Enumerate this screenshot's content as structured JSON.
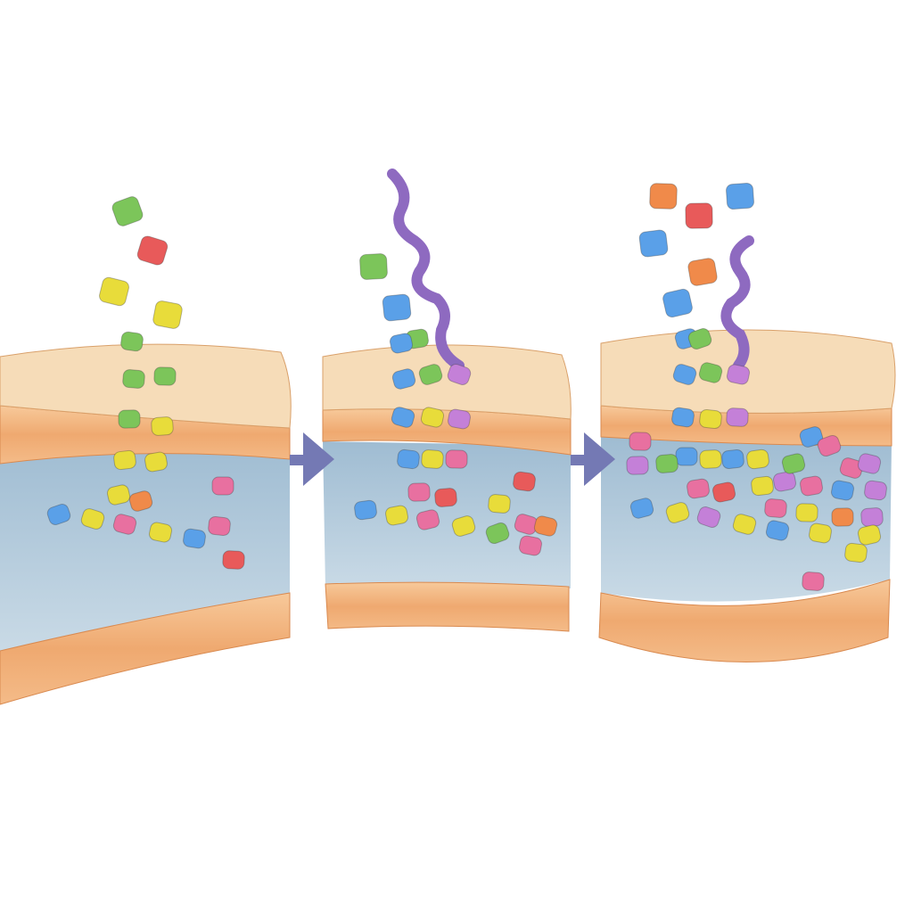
{
  "colors": {
    "background": "#ffffff",
    "membrane_top": "#f6dcb8",
    "membrane_band": "#efa970",
    "membrane_band_light": "#f7c99a",
    "interior": "#b9d0de",
    "arrow": "#7479b4",
    "fibre": "#c98a3c",
    "chain": "#8e6ac0"
  },
  "bead_colors": [
    "#7cc55a",
    "#e85a5a",
    "#e8dc3a",
    "#5aa0e8",
    "#c480d8",
    "#f08a4a",
    "#e870a0"
  ],
  "panels": [
    {
      "name": "stage-1"
    },
    {
      "name": "stage-2"
    },
    {
      "name": "stage-3"
    }
  ]
}
